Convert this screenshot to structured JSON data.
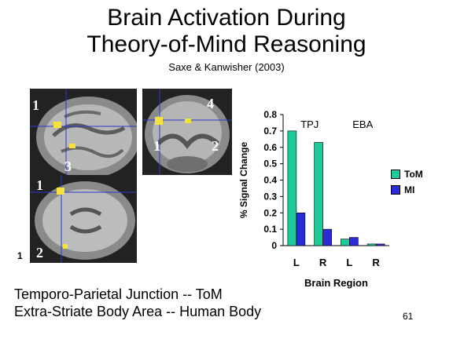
{
  "slide": {
    "title_line1": "Brain Activation During",
    "title_line2": "Theory-of-Mind Reasoning",
    "subtitle": "Saxe & Kanwisher (2003)",
    "caption_line1": "Temporo-Parietal Junction -- ToM",
    "caption_line2": "Extra-Striate Body Area -- Human Body",
    "page_number": "61"
  },
  "scans": {
    "sagittal": {
      "label_a": "1",
      "label_b": "3"
    },
    "coronal": {
      "label_a": "4",
      "label_b": "1",
      "label_c": "2"
    },
    "axial": {
      "label_a": "1",
      "label_b": "2",
      "label_c": "1"
    }
  },
  "chart_data": {
    "type": "bar",
    "categories": [
      "L",
      "R",
      "L",
      "R"
    ],
    "group_labels": [
      "TPJ",
      "EBA"
    ],
    "series": [
      {
        "name": "ToM",
        "color": "#1fc99a",
        "values": [
          0.7,
          0.63,
          0.04,
          0.01
        ]
      },
      {
        "name": "MI",
        "color": "#2a2ad6",
        "values": [
          0.2,
          0.1,
          0.05,
          0.01
        ]
      }
    ],
    "xlabel": "Brain Region",
    "ylabel": "% Signal Change",
    "ylim": [
      0,
      0.8
    ],
    "yticks": [
      "0",
      "0.1",
      "0.2",
      "0.3",
      "0.4",
      "0.5",
      "0.6",
      "0.7",
      "0.8"
    ],
    "legend_position": "right",
    "grid": false
  }
}
